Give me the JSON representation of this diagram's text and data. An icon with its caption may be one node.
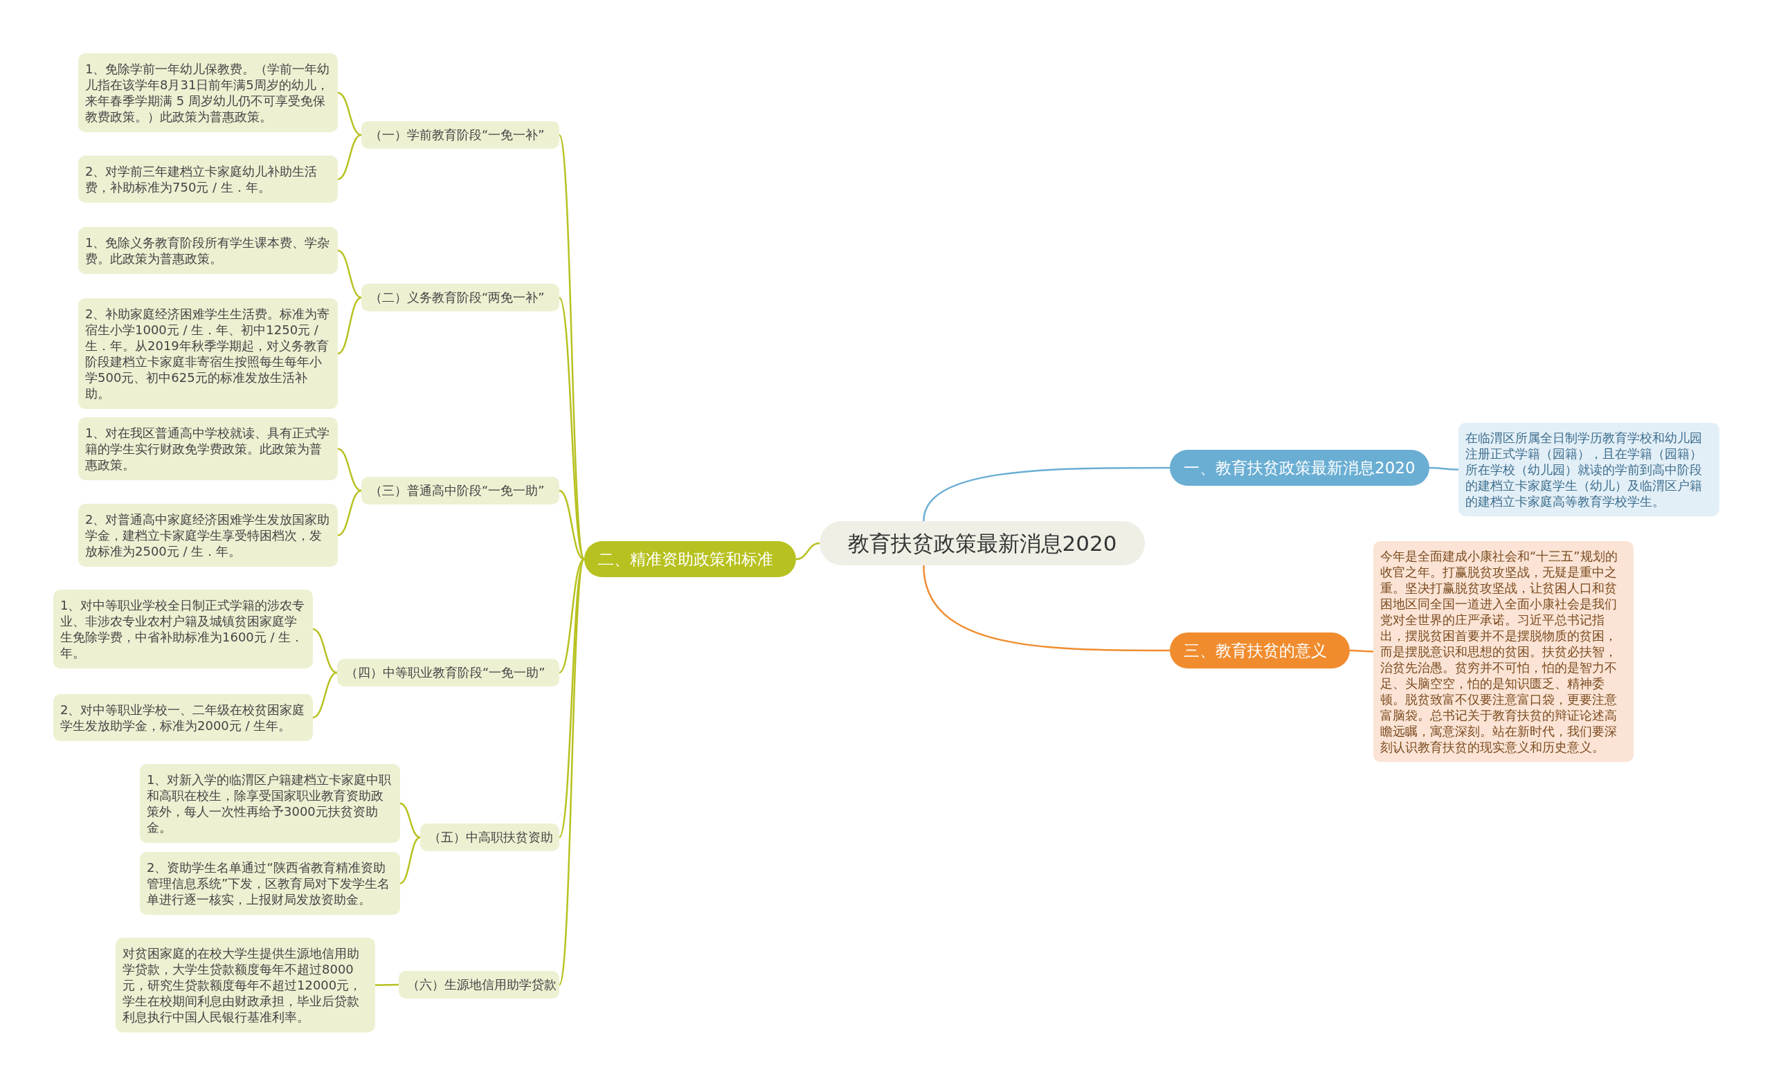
{
  "diagram": {
    "nodes": [
      {
        "text": [
          "教育扶贫政策最新消息2020"
        ]
      },
      {
        "text": [
          "一、教育扶贫政策最新消息2020"
        ]
      },
      {
        "text": [
          "在临渭区所属全日制学历教育学校和幼儿园注册正式学籍（园籍），且在学籍（园籍）所在学校（幼儿园）就读的学前到高中阶段的建档立卡家庭学生（幼儿）及临渭区户籍的建档立卡家庭高等教育学校学生。"
        ]
      },
      {
        "text": [
          "三、教育扶贫的意义"
        ]
      },
      {
        "text": [
          "今年是全面建成小康社会和“十三五”规划的收官之年。打赢脱贫攻坚战，无疑是重中之重。坚决打赢脱贫攻坚战，让贫困人口和贫困地区同全国一道进入全面小康社会是我们党对全世界的庄严承诺。习近平总书记指出，摆脱贫困首要并不是摆脱物质的贫困，而是摆脱意识和思想的贫困。扶贫必扶智，治贫先治愚。贫穷并不可怕，怕的是智力不足、头脑空空，怕的是知识匮乏、精神委顿。脱贫致富不仅要注意富口袋，更要注意富脑袋。总书记关于教育扶贫的辩证论述高瞻远瞩，寓意深刻。站在新时代，我们要深刻认识教育扶贫的现实意义和历史意义。"
        ]
      },
      {
        "text": [
          "二、精准资助政策和标准"
        ]
      },
      {
        "text": [
          "（一）学前教育阶段“一免一补”"
        ]
      },
      {
        "text": [
          "1、免除学前一年幼儿保教费。（学前一年幼儿指在该学年8月31日前年满5周岁的幼儿，来年春季学期满 5 周岁幼儿仍不可享受免保教费政策。）此政策为普惠政策。"
        ]
      },
      {
        "text": [
          "2、对学前三年建档立卡家庭幼儿补助生活费，补助标准为750元 / 生．年。"
        ]
      },
      {
        "text": [
          "（二）义务教育阶段“两免一补”"
        ]
      },
      {
        "text": [
          "1、免除义务教育阶段所有学生课本费、学杂费。此政策为普惠政策。"
        ]
      },
      {
        "text": [
          "2、补助家庭经济困难学生生活费。标准为寄宿生小学1000元 / 生．年、初中1250元 / 生．年。从2019年秋季学期起，对义务教育阶段建档立卡家庭非寄宿生按照每生每年小学500元、初中625元的标准发放生活补助。"
        ]
      },
      {
        "text": [
          "（三）普通高中阶段“一免一助”"
        ]
      },
      {
        "text": [
          "1、对在我区普通高中学校就读、具有正式学籍的学生实行财政免学费政策。此政策为普惠政策。"
        ]
      },
      {
        "text": [
          "2、对普通高中家庭经济困难学生发放国家助学金，建档立卡家庭学生享受特困档次，发放标准为2500元 / 生．年。"
        ]
      },
      {
        "text": [
          "（四）中等职业教育阶段“一免一助”"
        ]
      },
      {
        "text": [
          "1、对中等职业学校全日制正式学籍的涉农专业、非涉农专业农村户籍及城镇贫困家庭学生免除学费，中省补助标准为1600元 / 生．年。"
        ]
      },
      {
        "text": [
          "2、对中等职业学校一、二年级在校贫困家庭学生发放助学金，标准为2000元 / 生年。"
        ]
      },
      {
        "text": [
          "（五）中高职扶贫资助"
        ]
      },
      {
        "text": [
          "1、对新入学的临渭区户籍建档立卡家庭中职和高职在校生，除享受国家职业教育资助政策外，每人一次性再给予3000元扶贫资助金。"
        ]
      },
      {
        "text": [
          "2、资助学生名单通过“陕西省教育精准资助管理信息系统”下发，区教育局对下发学生名单进行逐一核实，上报财局发放资助金。"
        ]
      },
      {
        "text": [
          "（六）生源地信用助学贷款"
        ]
      },
      {
        "text": [
          "对贫困家庭的在校大学生提供生源地信用助学贷款，大学生贷款额度每年不超过8000元，研究生贷款额度每年不超过12000元，学生在校期间利息由财政承担，毕业后贷款利息执行中国人民银行基准利率。"
        ]
      }
    ],
    "edges": [
      {
        "from": 0,
        "to": 1,
        "arrow": "none",
        "color": "#6aaed3"
      },
      {
        "from": 1,
        "to": 2,
        "arrow": "none",
        "color": "#6aaed3"
      },
      {
        "from": 0,
        "to": 3,
        "arrow": "none",
        "color": "#f08c2e"
      },
      {
        "from": 3,
        "to": 4,
        "arrow": "none",
        "color": "#f08c2e"
      },
      {
        "from": 0,
        "to": 5,
        "arrow": "none"
      },
      {
        "from": 5,
        "to": 6,
        "arrow": "none"
      },
      {
        "from": 6,
        "to": 7,
        "arrow": "none"
      },
      {
        "from": 6,
        "to": 8,
        "arrow": "none"
      },
      {
        "from": 5,
        "to": 9,
        "arrow": "none"
      },
      {
        "from": 9,
        "to": 10,
        "arrow": "none"
      },
      {
        "from": 9,
        "to": 11,
        "arrow": "none"
      },
      {
        "from": 5,
        "to": 12,
        "arrow": "none"
      },
      {
        "from": 12,
        "to": 13,
        "arrow": "none"
      },
      {
        "from": 12,
        "to": 14,
        "arrow": "none"
      },
      {
        "from": 5,
        "to": 15,
        "arrow": "none"
      },
      {
        "from": 15,
        "to": 16,
        "arrow": "none"
      },
      {
        "from": 15,
        "to": 17,
        "arrow": "none"
      },
      {
        "from": 5,
        "to": 18,
        "arrow": "none"
      },
      {
        "from": 18,
        "to": 19,
        "arrow": "none"
      },
      {
        "from": 18,
        "to": 20,
        "arrow": "none"
      },
      {
        "from": 5,
        "to": 21,
        "arrow": "none"
      },
      {
        "from": 21,
        "to": 22,
        "arrow": "none"
      }
    ]
  }
}
